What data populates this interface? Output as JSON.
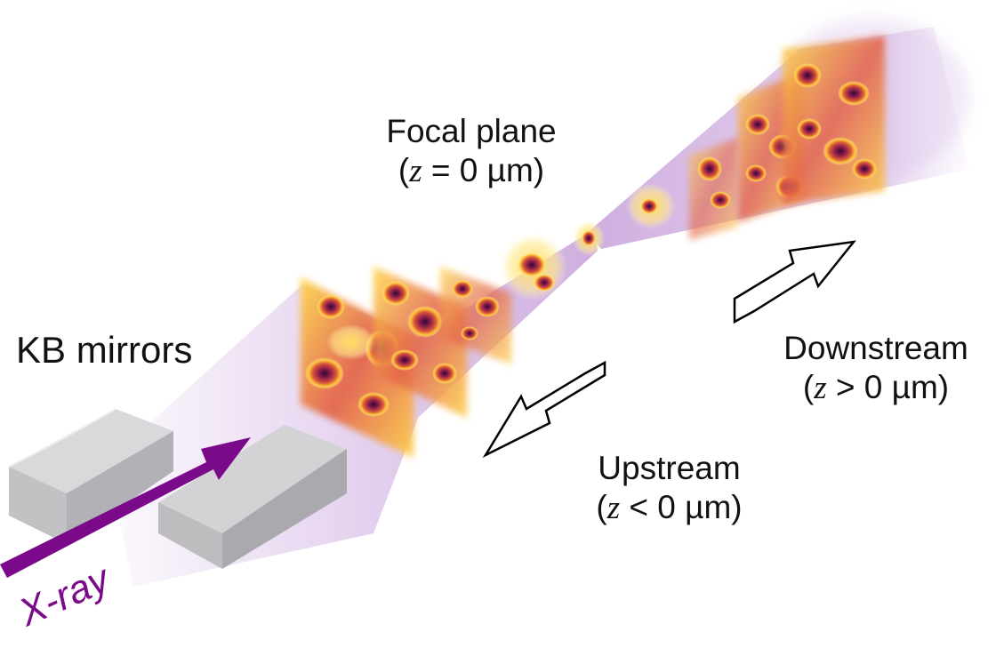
{
  "labels": {
    "kb_mirrors": "KB mirrors",
    "xray": "X-ray",
    "focal_title": "Focal plane",
    "focal_z_open": "(",
    "focal_z_var": "z",
    "focal_z_rest": " = 0 µm)",
    "downstream_title": "Downstream",
    "downstream_z_open": "(",
    "downstream_z_var": "z",
    "downstream_z_rest": " > 0 µm)",
    "upstream_title": "Upstream",
    "upstream_z_open": "(",
    "upstream_z_var": "z",
    "upstream_z_rest": " < 0 µm)"
  },
  "colors": {
    "beam": "#b98ad0",
    "xray_arrow": "#7a0a8a",
    "mirror_top": "#d9d9db",
    "mirror_side": "#b2b1b5",
    "beam_profile_dark": "#3a0a3e",
    "beam_profile_mid": "#c0324e",
    "beam_profile_light": "#ffd23a"
  }
}
